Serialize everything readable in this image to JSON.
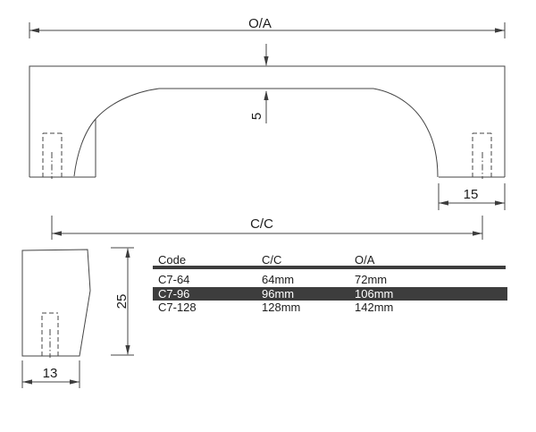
{
  "drawing": {
    "front_view": {
      "dim_overall_label": "O/A",
      "dim_wall_thickness_label": "5",
      "dim_foot_width_label": "15",
      "dim_centers_label": "C/C"
    },
    "side_view": {
      "dim_height_label": "25",
      "dim_depth_label": "13"
    }
  },
  "table": {
    "columns": [
      "Code",
      "C/C",
      "O/A"
    ],
    "rows": [
      {
        "code": "C7-64",
        "cc": "64mm",
        "oa": "72mm"
      },
      {
        "code": "C7-96",
        "cc": "96mm",
        "oa": "106mm"
      },
      {
        "code": "C7-128",
        "cc": "128mm",
        "oa": "142mm"
      }
    ],
    "highlight_color": "#3d3d3d"
  },
  "colors": {
    "line": "#444444",
    "text": "#1c1c1c",
    "highlight_row_bg": "#3d3d3d",
    "highlight_row_text": "#ffffff",
    "background": "#ffffff"
  }
}
